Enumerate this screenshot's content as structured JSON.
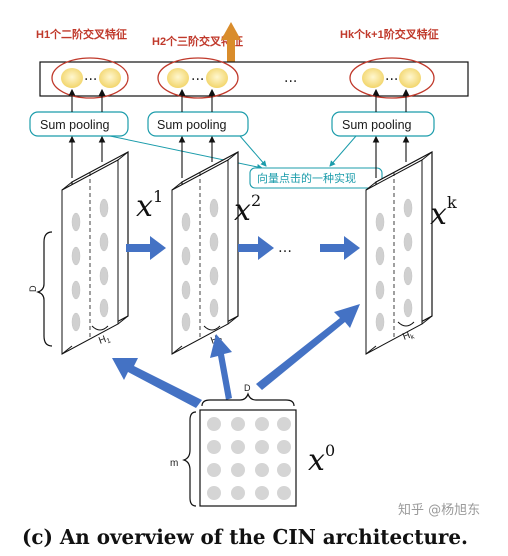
{
  "labels": {
    "h1_features": "H1个二阶交叉特征",
    "h2_features": "H2个三阶交叉特征",
    "hk_features": "Hk个k+1阶交叉特征",
    "sum_pooling": "Sum pooling",
    "dot_product_note": "向量点击的一种实现",
    "ellipsis": "...",
    "arrow_ellipsis": "…"
  },
  "tensors": {
    "x1_base": "x",
    "x1_sup": "1",
    "x2_base": "x",
    "x2_sup": "2",
    "xk_base": "x",
    "xk_sup": "k",
    "x0_base": "x",
    "x0_sup": "0"
  },
  "dims": {
    "D_left": "D",
    "H1": "H",
    "H1_sub": "1",
    "H2": "H",
    "H2_sub": "2",
    "Hk": "H",
    "Hk_sub": "k",
    "D_top": "D",
    "m": "m"
  },
  "caption": "(c) An overview of the CIN architecture.",
  "watermark": "知乎 @杨旭东",
  "colors": {
    "red_annotation": "#c0392b",
    "teal_annotation": "#1b9cab",
    "arrow_blue": "#4472c4",
    "orange_arrow": "#d98c2b",
    "feature_yellow": "#f7e08a",
    "node_gray": "#d0d0d0"
  }
}
